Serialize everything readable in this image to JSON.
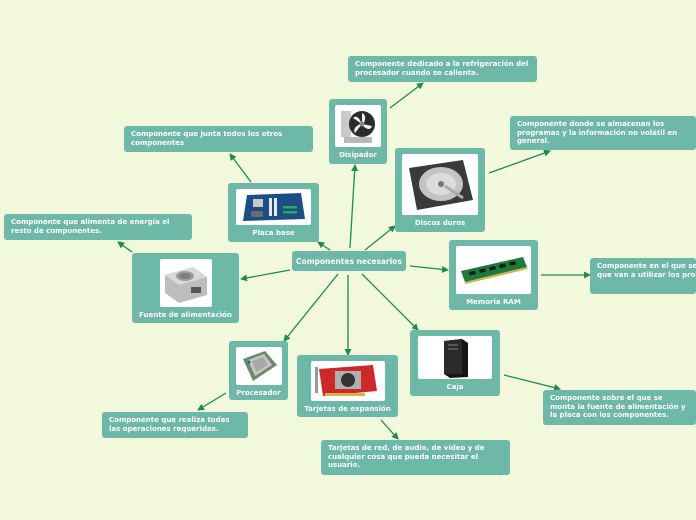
{
  "center": {
    "label": "Componentes necesarios"
  },
  "components": [
    {
      "id": "placa",
      "label": "Placa base",
      "icon": "motherboard-icon"
    },
    {
      "id": "disipador",
      "label": "Disipador",
      "icon": "cpu-fan-icon"
    },
    {
      "id": "discos",
      "label": "Discos duros",
      "icon": "hard-drive-icon"
    },
    {
      "id": "ram",
      "label": "Memoria RAM",
      "icon": "ram-module-icon"
    },
    {
      "id": "caja",
      "label": "Caja",
      "icon": "pc-case-icon"
    },
    {
      "id": "tarjetas",
      "label": "Tarjetas de expansión",
      "icon": "graphics-card-icon"
    },
    {
      "id": "procesador",
      "label": "Procesador",
      "icon": "cpu-chip-icon"
    },
    {
      "id": "fuente",
      "label": "Fuente de alimentación",
      "icon": "power-supply-icon"
    }
  ],
  "descriptions": {
    "disipador": "Componente dedicado a la refrigeración del procesador cuando se calienta.",
    "placa": "Componente que junta todos los otros componentes",
    "discos": "Componente donde se almacenan los programas y la información no volátil en general.",
    "fuente": "Componente que alimenta de energía el resto de componentes.",
    "ram": "Componente en el que se guarda la información que van a utilizar los programas.",
    "caja": "Componente sobre el que se monta la fuente de alimentación y la placa con los componentes.",
    "procesador": "Componente que realiza todas las operaciones requeridas.",
    "tarjetas": "Tarjetas de red, de audio, de vídeo y de cualquier cosa que pueda necesitar el usuario."
  },
  "colors": {
    "background": "#f1f8dc",
    "node": "#6db8a6",
    "arrow": "#1f8a4c"
  }
}
